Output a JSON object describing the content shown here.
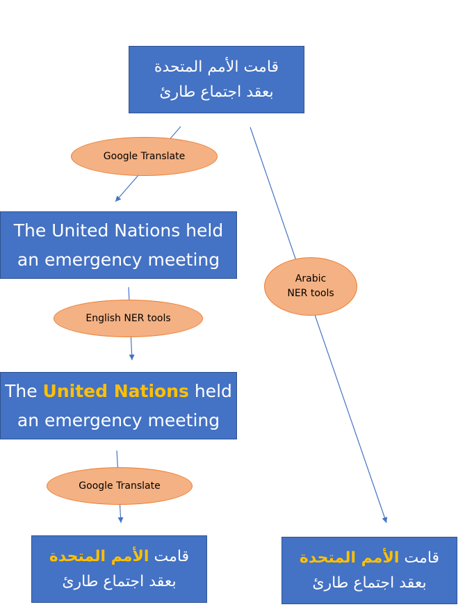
{
  "source_box": {
    "line1": "قامت الأمم المتحدة",
    "line2": "بعقد اجتماع طارئ"
  },
  "translated_box": {
    "line1": "The United Nations held",
    "line2": "an emergency meeting"
  },
  "tagged_english_box": {
    "line1_prefix": "The ",
    "line1_entity": "United Nations",
    "line1_suffix": " held",
    "line2": "an emergency meeting"
  },
  "result_left_box": {
    "line1_prefix": "قامت ",
    "line1_entity": "الأمم المتحدة",
    "line2": "بعقد اجتماع طارئ"
  },
  "result_right_box": {
    "line1_prefix": "قامت ",
    "line1_entity": "الأمم المتحدة",
    "line2": "بعقد اجتماع طارئ"
  },
  "labels": {
    "google_translate_top": "Google Translate",
    "english_ner": "English NER tools",
    "google_translate_bottom": "Google Translate",
    "arabic_ner_line1": "Arabic",
    "arabic_ner_line2": "NER tools"
  },
  "colors": {
    "box_fill": "#4472c4",
    "entity_highlight": "#ffc000",
    "pill_fill": "#f4b183",
    "arrow": "#4472c4"
  }
}
